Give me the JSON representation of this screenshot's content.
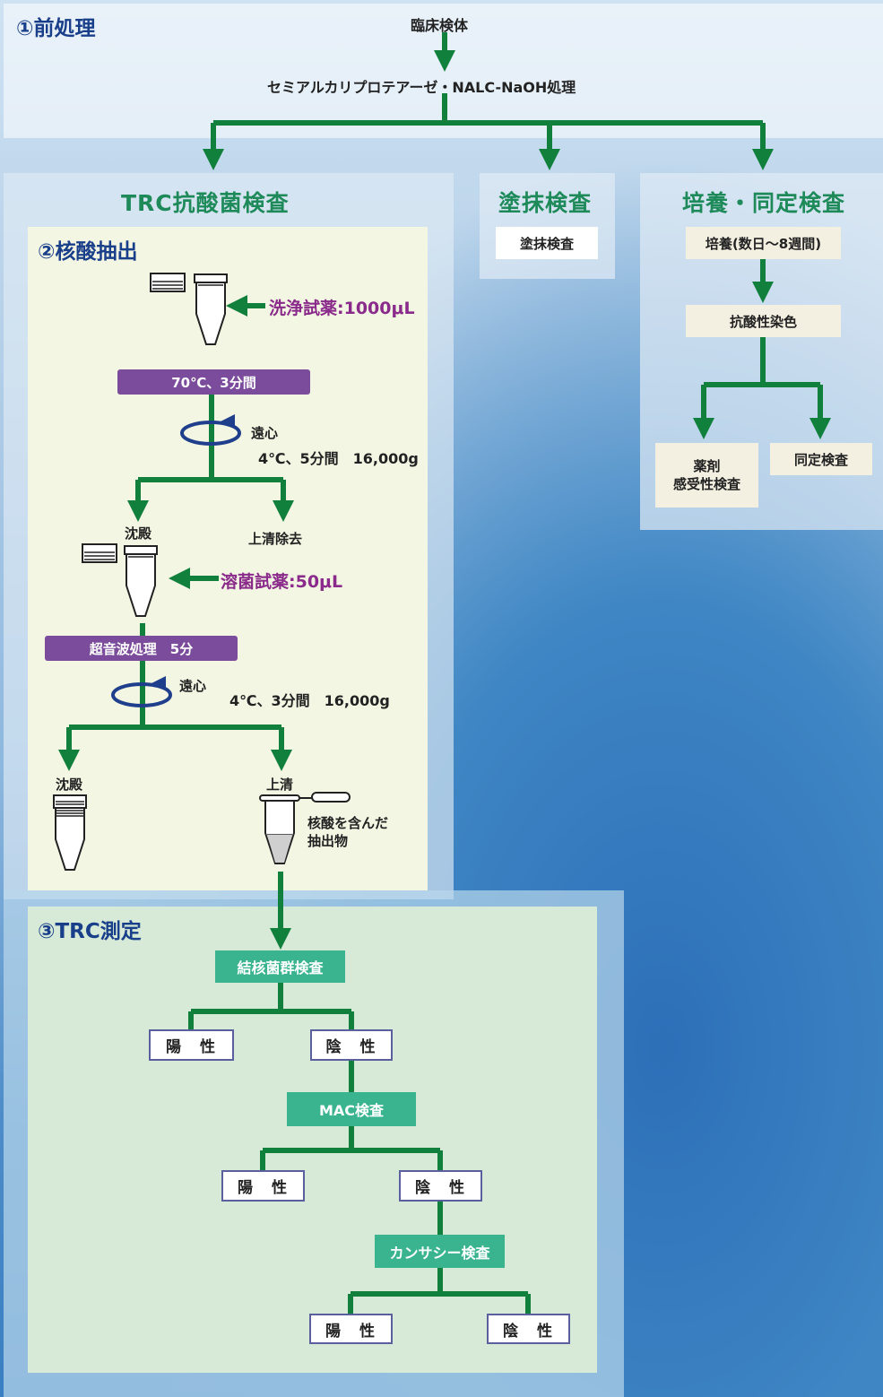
{
  "pretreatment": {
    "title": "①前処理",
    "specimen": "臨床検体",
    "process": "セミアルカリプロテアーゼ・NALC-NaOH処理"
  },
  "trc": {
    "title": "TRC抗酸菌検査",
    "extraction": {
      "title": "②核酸抽出",
      "wash_reagent": "洗浄試薬:1000μL",
      "heat": "70℃、3分間",
      "centrifuge1_label": "遠心",
      "centrifuge1_cond": "4℃、5分間　16,000g",
      "precipitate1": "沈殿",
      "supernatant_removed": "上清除去",
      "lysis_reagent": "溶菌試薬:50μL",
      "sonication": "超音波処理　5分",
      "centrifuge2_label": "遠心",
      "centrifuge2_cond": "4℃、3分間　16,000g",
      "precipitate2": "沈殿",
      "supernatant2": "上清",
      "extract_line1": "核酸を含んだ",
      "extract_line2": "抽出物"
    },
    "measurement": {
      "title": "③TRC測定",
      "tb_test": "結核菌群検査",
      "mac_test": "MAC検査",
      "kansasii_test": "カンサシー検査",
      "positive": "陽　性",
      "negative": "陰　性"
    }
  },
  "smear": {
    "title": "塗抹検査",
    "box": "塗抹検査"
  },
  "culture": {
    "title": "培養・同定検査",
    "culture_box": "培養(数日〜8週間)",
    "stain_box": "抗酸性染色",
    "drug_line1": "薬剤",
    "drug_line2": "感受性検査",
    "identify_box": "同定検査"
  },
  "colors": {
    "arrow_green": "#10803c",
    "teal": "#3ab48f",
    "purple": "#7b4c9c",
    "purple_text": "#8a2a8a",
    "title_green": "#1e8a5a",
    "result_border": "#5a5f9e",
    "rotation_blue": "#1f3f8c"
  }
}
